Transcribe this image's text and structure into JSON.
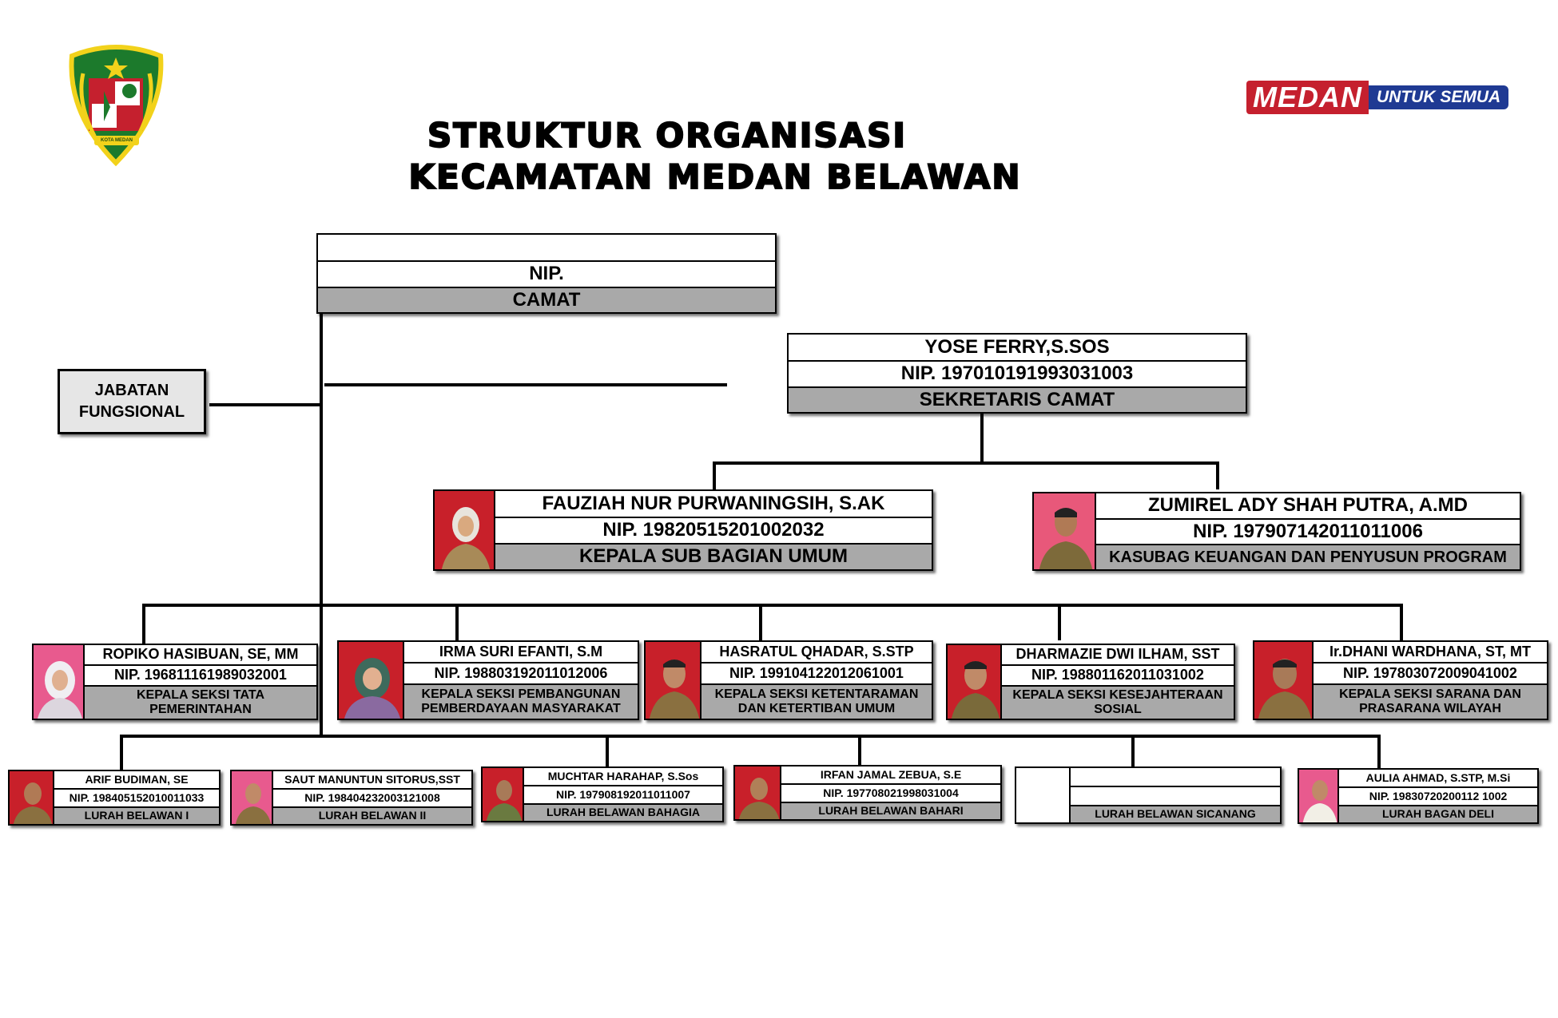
{
  "title_line1": "STRUKTUR ORGANISASI",
  "title_line2": "KECAMATAN MEDAN BELAWAN",
  "brand": {
    "primary": "MEDAN",
    "secondary": "UNTUK SEMUA",
    "primary_color": "#c5202e",
    "secondary_color": "#1f3a93"
  },
  "logo": {
    "icon": "kota-medan-crest-icon",
    "text": "KOTA MEDAN"
  },
  "fungsional": {
    "line1": "JABATAN",
    "line2": "FUNGSIONAL"
  },
  "camat": {
    "name": "",
    "nip": "NIP.",
    "role": "CAMAT"
  },
  "sekretaris": {
    "name": "YOSE FERRY,S.SOS",
    "nip": "NIP. 197010191993031003",
    "role": "SEKRETARIS CAMAT"
  },
  "subbag": [
    {
      "name": "FAUZIAH NUR PURWANINGSIH, S.AK",
      "nip": "NIP. 19820515201002032",
      "role": "KEPALA SUB BAGIAN UMUM"
    },
    {
      "name": "ZUMIREL ADY SHAH PUTRA, A.MD",
      "nip": "NIP. 197907142011011006",
      "role": "KASUBAG KEUANGAN DAN PENYUSUN PROGRAM"
    }
  ],
  "seksi": [
    {
      "name": "ROPIKO HASIBUAN, SE, MM",
      "nip": "NIP. 196811161989032001",
      "role_line1": "KEPALA SEKSI TATA",
      "role_line2": "PEMERINTAHAN"
    },
    {
      "name": "IRMA SURI EFANTI, S.M",
      "nip": "NIP. 198803192011012006",
      "role_line1": "KEPALA SEKSI PEMBANGUNAN",
      "role_line2": "PEMBERDAYAAN MASYARAKAT"
    },
    {
      "name": "HASRATUL QHADAR, S.STP",
      "nip": "NIP. 199104122012061001",
      "role_line1": "KEPALA SEKSI KETENTARAMAN",
      "role_line2": "DAN KETERTIBAN UMUM"
    },
    {
      "name": "DHARMAZIE DWI ILHAM, SST",
      "nip": "NIP. 198801162011031002",
      "role_line1": "KEPALA SEKSI KESEJAHTERAAN",
      "role_line2": "SOSIAL"
    },
    {
      "name": "Ir.DHANI WARDHANA, ST, MT",
      "nip": "NIP. 197803072009041002",
      "role_line1": "KEPALA SEKSI SARANA DAN",
      "role_line2": "PRASARANA WILAYAH"
    }
  ],
  "lurah": [
    {
      "name": "ARIF BUDIMAN, SE",
      "nip": "NIP. 198405152010011033",
      "role": "LURAH BELAWAN I"
    },
    {
      "name": "SAUT MANUNTUN SITORUS,SST",
      "nip": "NIP. 198404232003121008",
      "role": "LURAH BELAWAN II"
    },
    {
      "name": "MUCHTAR HARAHAP, S.Sos",
      "nip": "NIP. 197908192011011007",
      "role": "LURAH BELAWAN BAHAGIA"
    },
    {
      "name": "IRFAN JAMAL ZEBUA, S.E",
      "nip": "NIP. 197708021998031004",
      "role": "LURAH BELAWAN BAHARI"
    },
    {
      "name": "",
      "nip": "",
      "role": "LURAH BELAWAN SICANANG"
    },
    {
      "name": "AULIA AHMAD, S.STP, M.Si",
      "nip": "NIP. 19830720200112 1002",
      "role": "LURAH BAGAN DELI"
    }
  ]
}
